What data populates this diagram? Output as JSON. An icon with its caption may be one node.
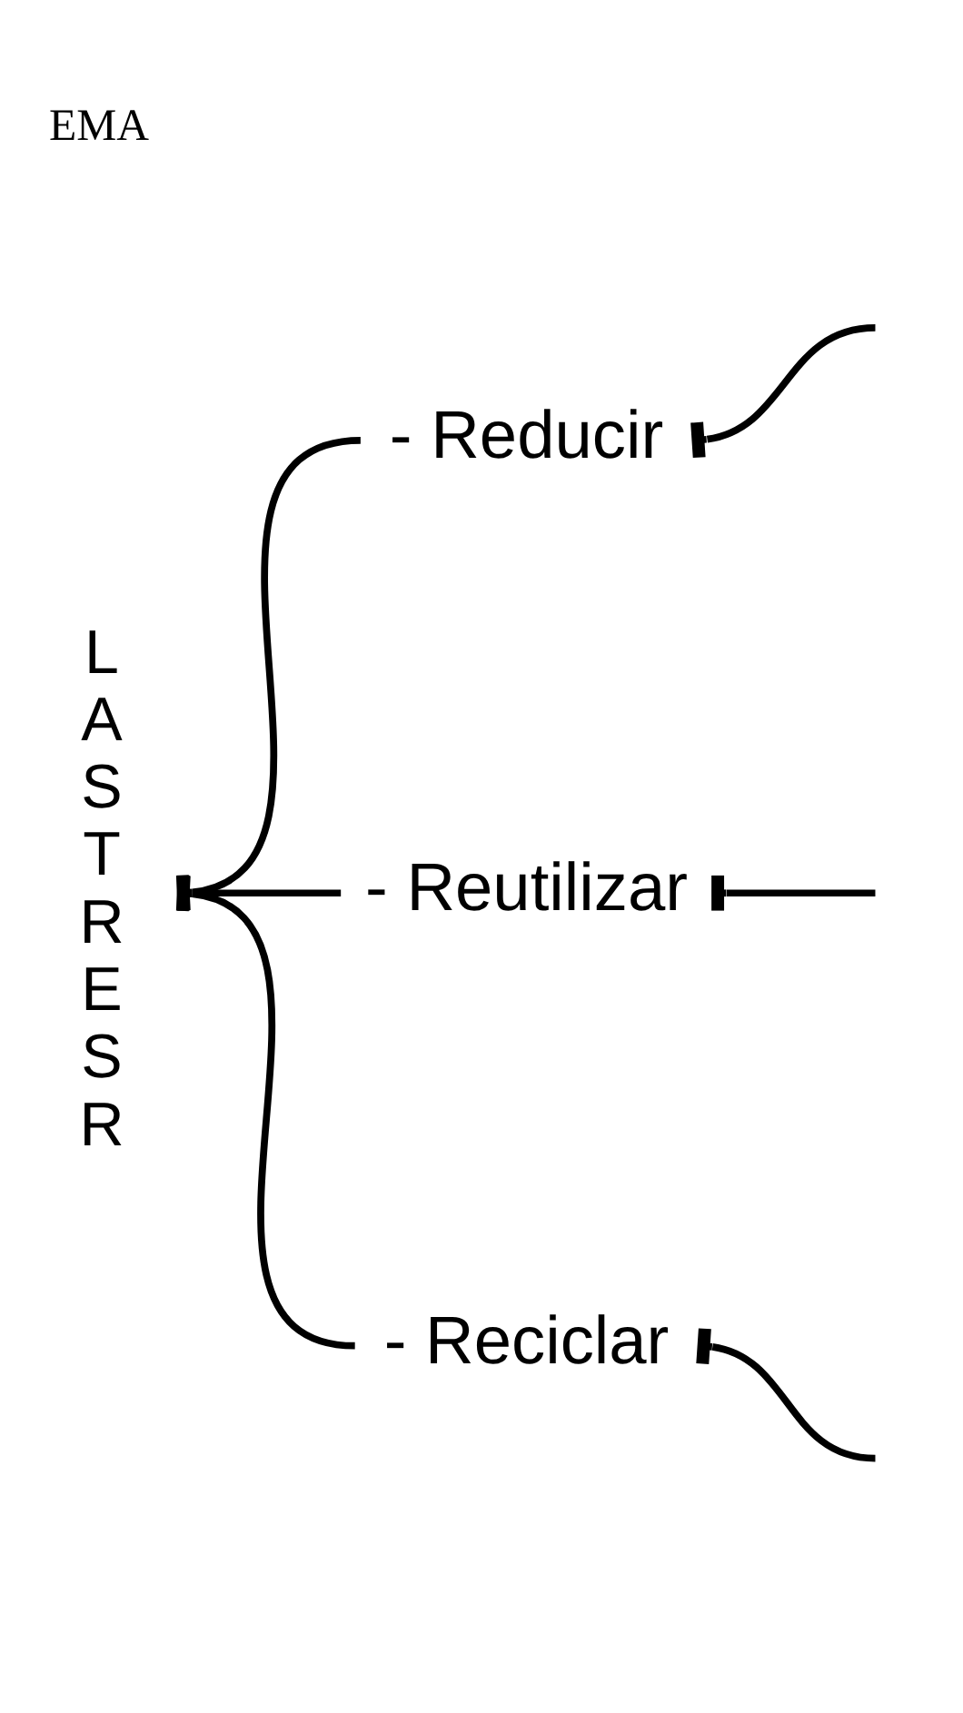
{
  "diagram": {
    "title": "EMA",
    "nodes": [
      {
        "text": [
          "L A S T R E S R"
        ]
      },
      {
        "text": [
          "- Reducir"
        ]
      },
      {
        "text": [
          "- Reutilizar"
        ]
      },
      {
        "text": [
          "- Reciclar"
        ]
      }
    ],
    "edges": [
      {
        "from": 0,
        "to": 1,
        "arrow": "other"
      },
      {
        "from": 0,
        "to": 2,
        "arrow": "other"
      },
      {
        "from": 0,
        "to": 3,
        "arrow": "other"
      },
      {
        "from": 1,
        "to": null,
        "arrow": "other"
      },
      {
        "from": 2,
        "to": null,
        "arrow": "other"
      },
      {
        "from": 3,
        "to": null,
        "arrow": "other"
      }
    ]
  }
}
